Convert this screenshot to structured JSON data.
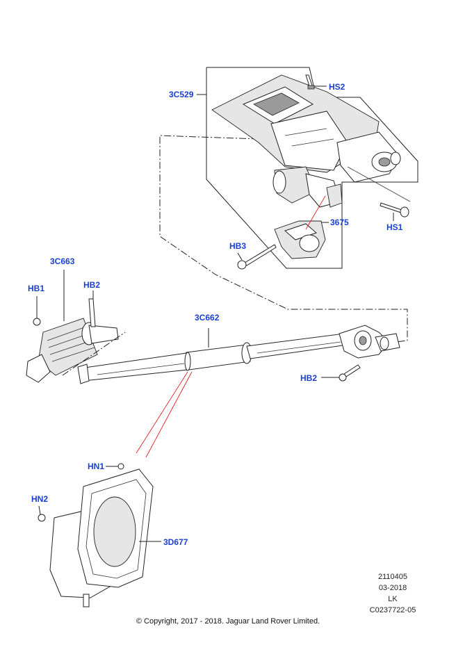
{
  "colors": {
    "callout": "#1a3fd1",
    "leader": "#222222",
    "highlight": "#e02020"
  },
  "callouts": {
    "hs2": "HS2",
    "c3c529": "3C529",
    "hs1": "HS1",
    "p3675": "3675",
    "hb3": "HB3",
    "c3c663": "3C663",
    "hb1": "HB1",
    "hb2_top": "HB2",
    "c3c662": "3C662",
    "hb2_right": "HB2",
    "hn1": "HN1",
    "hn2": "HN2",
    "d3d677": "3D677"
  },
  "meta": {
    "number": "2110405",
    "date": "03-2018",
    "initials": "LK",
    "ref": "C0237722-05"
  },
  "copyright": "© Copyright, 2017 - 2018. Jaguar Land Rover Limited."
}
